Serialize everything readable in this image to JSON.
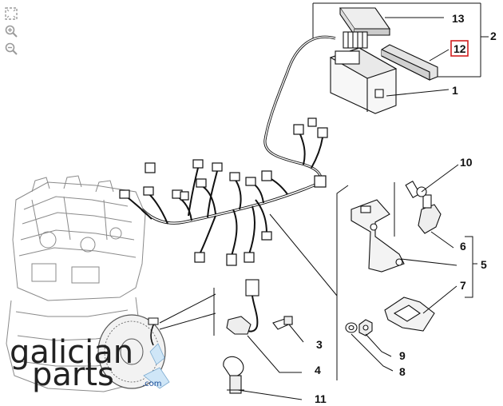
{
  "toolbar": {
    "tools": [
      {
        "name": "fit-to-screen",
        "icon": "expand-frame-icon"
      },
      {
        "name": "zoom-in",
        "icon": "zoom-in-icon"
      },
      {
        "name": "zoom-out",
        "icon": "zoom-out-icon"
      }
    ]
  },
  "callouts": {
    "p1": "1",
    "p2": "2",
    "p3": "3",
    "p4": "4",
    "p5": "5",
    "p6": "6",
    "p7": "7",
    "p8": "8",
    "p9": "9",
    "p10": "10",
    "p11": "11",
    "p12": "12",
    "p13": "13"
  },
  "highlighted_callout": "12",
  "colors": {
    "highlight": "#d21f1f",
    "line": "#111111",
    "engine": "#8a8a8a",
    "watermark_accent": "#1b4f9c"
  },
  "watermark": {
    "line1": "galician",
    "line2": "parts",
    "suffix": ".com"
  }
}
